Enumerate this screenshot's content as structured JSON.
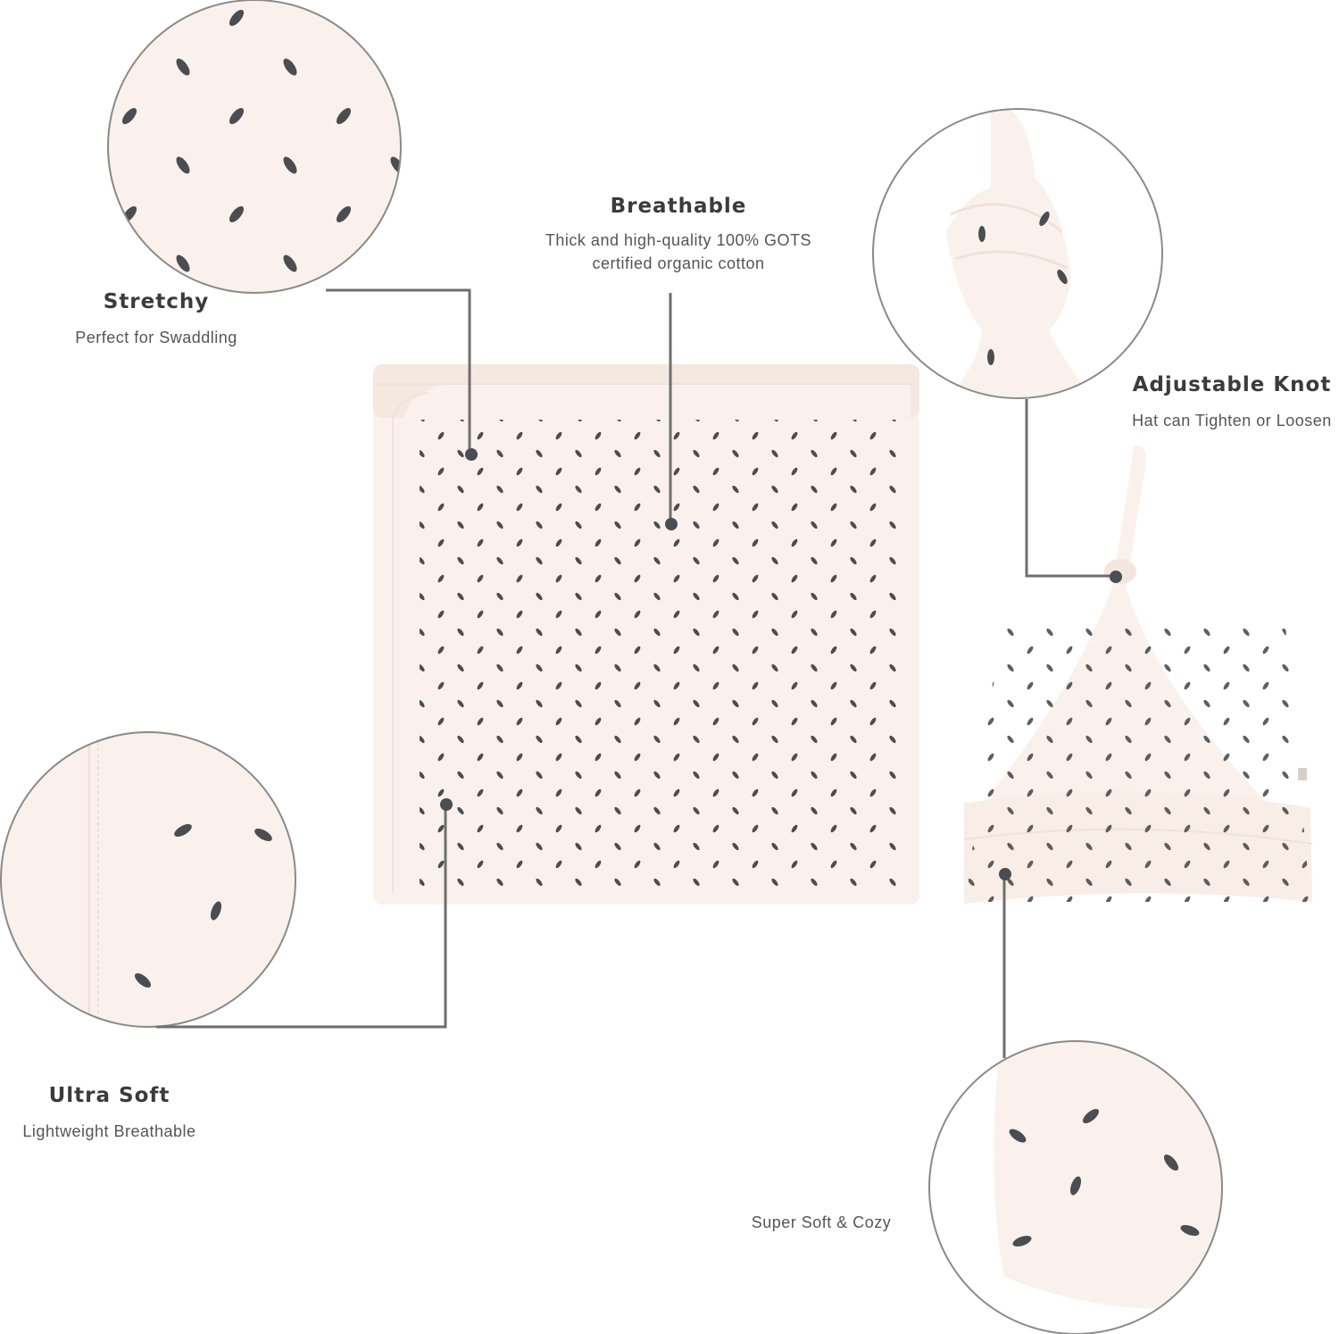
{
  "callouts": {
    "stretchy": {
      "title": "Stretchy",
      "desc": "Perfect for Swaddling"
    },
    "breathable": {
      "title": "Breathable",
      "desc_line1": "Thick and high-quality 100% GOTS",
      "desc_line2": "certified organic cotton"
    },
    "adjustable_knot": {
      "title": "Adjustable Knot",
      "desc": "Hat can Tighten or Loosen"
    },
    "ultra_soft": {
      "title": "Ultra Soft",
      "desc": "Lightweight Breathable"
    },
    "super_soft": {
      "desc": "Super Soft & Cozy"
    }
  },
  "colors": {
    "fabric": "#fbf1ec",
    "fabric_shadow": "#efe2db",
    "dot": "#4a4d52",
    "line": "#6e6e6e",
    "circle_border": "#8a8a8a"
  }
}
